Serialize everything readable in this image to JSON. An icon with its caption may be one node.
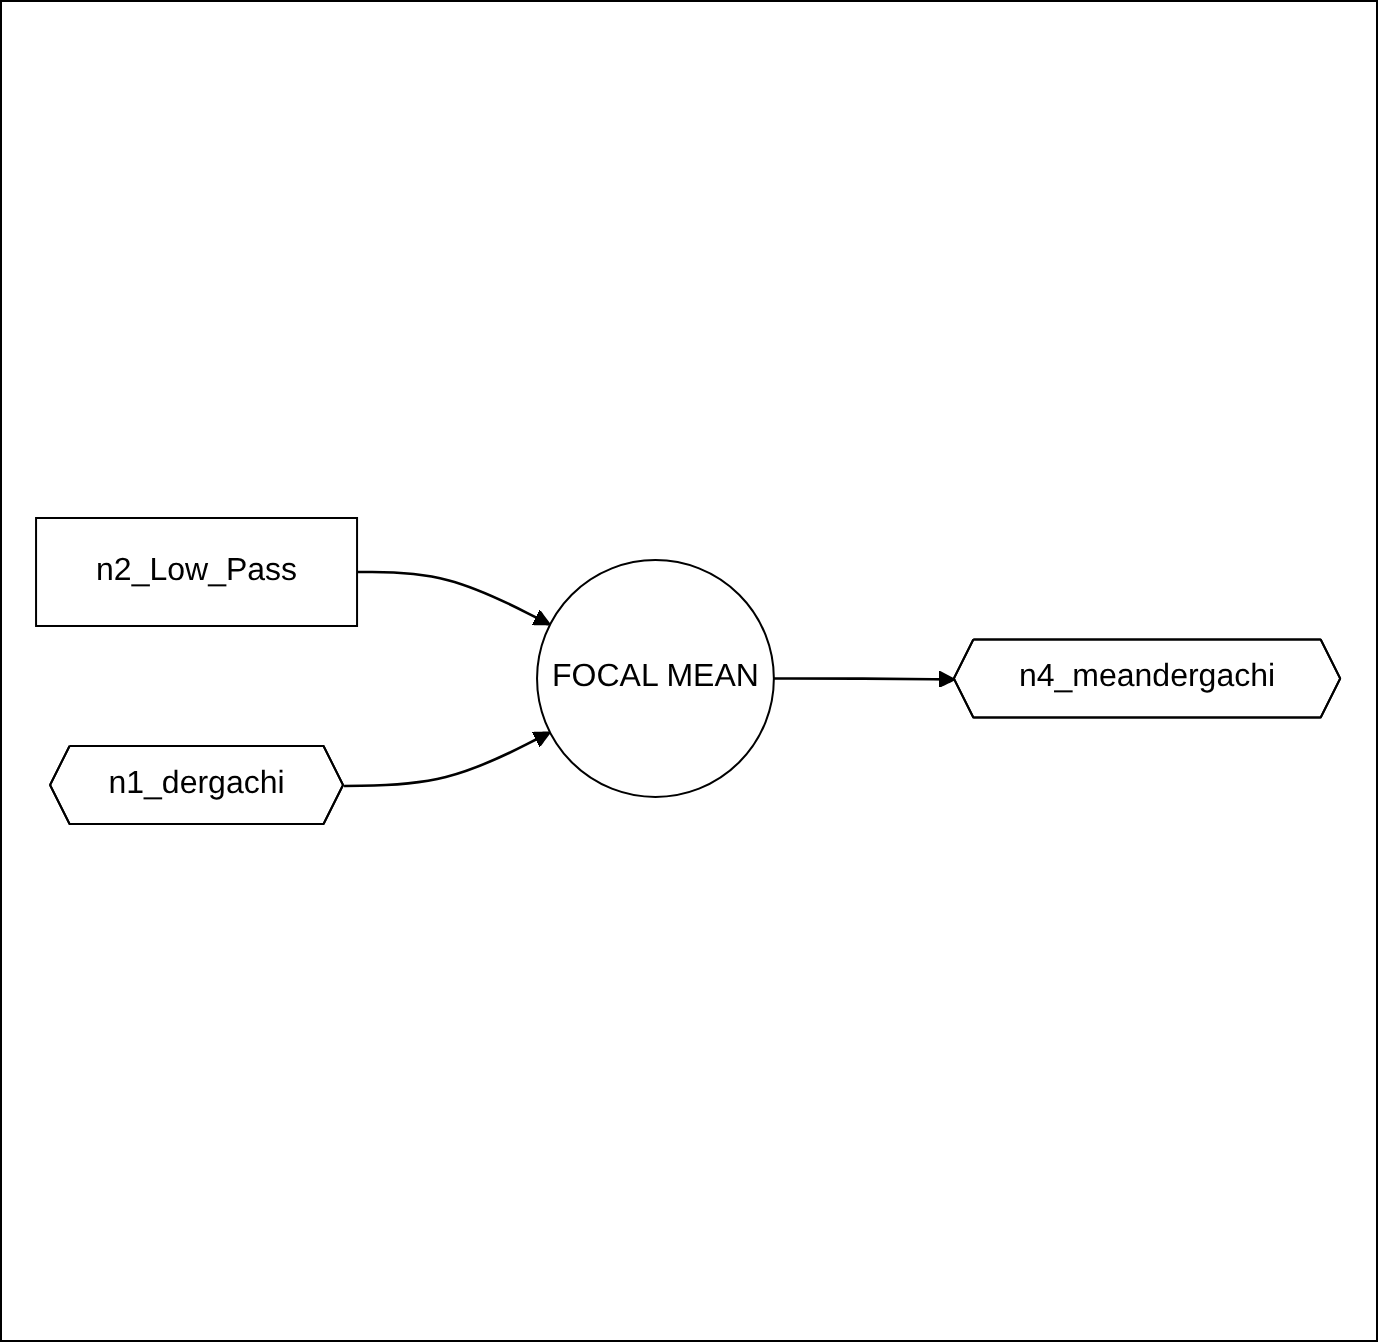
{
  "diagram": {
    "nodes": [
      {
        "text": [
          "n4_meandergachi"
        ]
      },
      {
        "text": [
          "FOCAL MEAN"
        ]
      },
      {
        "text": [
          "n2_Low_Pass"
        ]
      },
      {
        "text": [
          "n1_dergachi"
        ]
      }
    ],
    "edges": [
      {
        "from": 1,
        "to": 0,
        "arrow": "to"
      },
      {
        "from": 2,
        "to": 1,
        "arrow": "to"
      },
      {
        "from": 3,
        "to": 1,
        "arrow": "to"
      }
    ]
  }
}
